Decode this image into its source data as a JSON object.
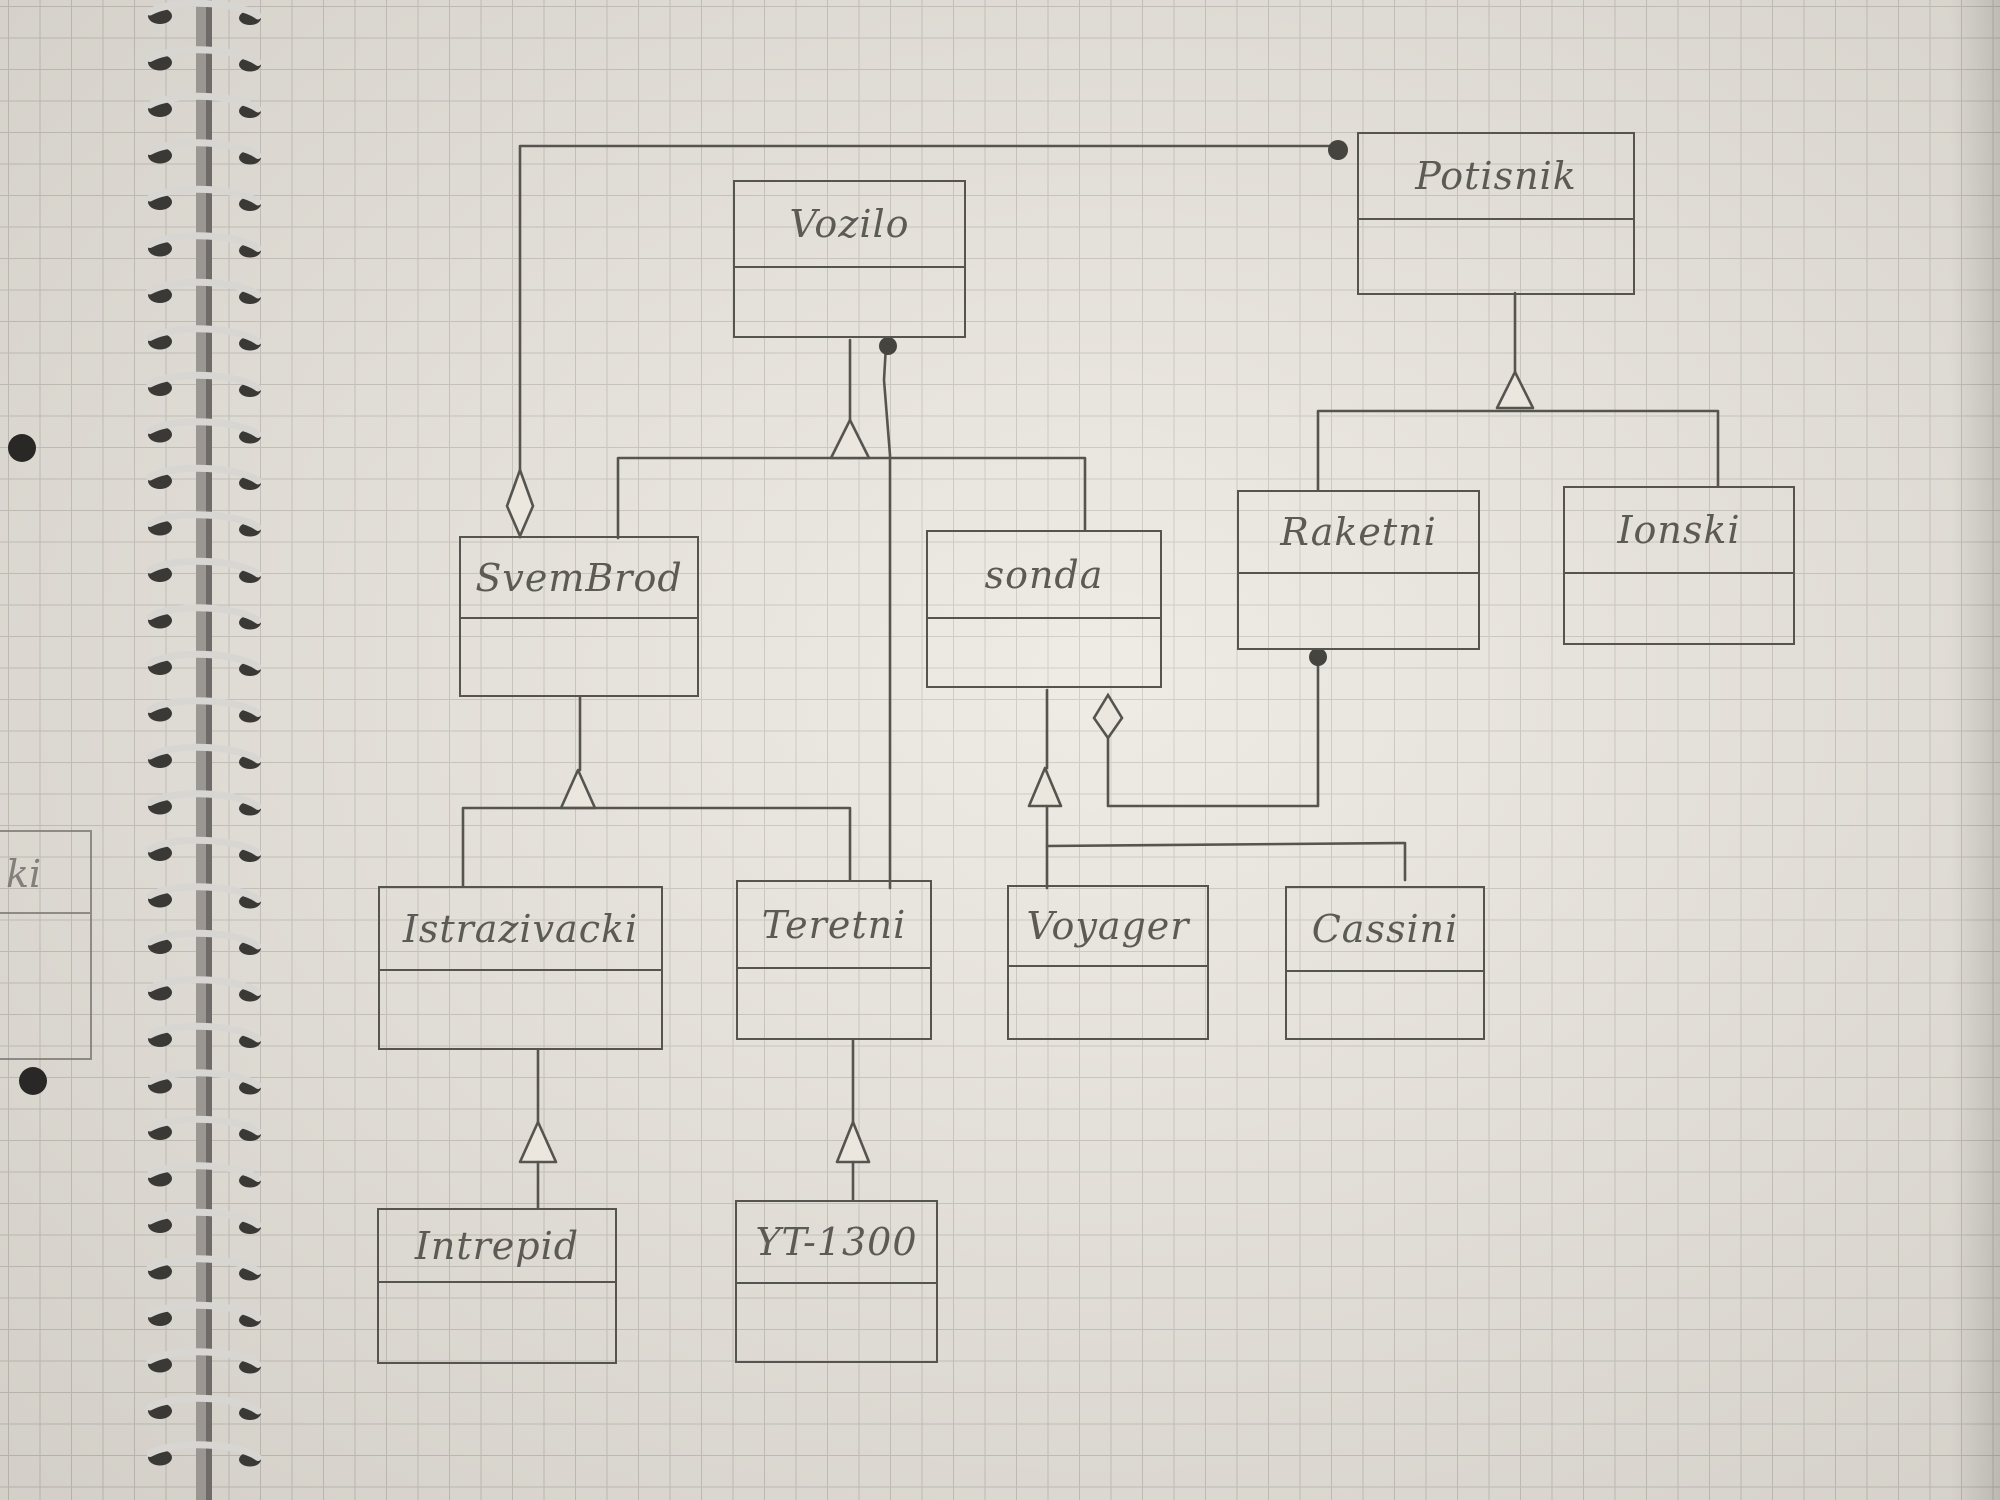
{
  "diagram": {
    "classes": [
      {
        "id": "vozilo",
        "name": "Vozilo"
      },
      {
        "id": "potisnik",
        "name": "Potisnik"
      },
      {
        "id": "svemirbrod",
        "name": "SvemBrod"
      },
      {
        "id": "sonda",
        "name": "sonda"
      },
      {
        "id": "raketni",
        "name": "Raketni"
      },
      {
        "id": "ionski",
        "name": "Ionski"
      },
      {
        "id": "istrazivacki",
        "name": "Istrazivacki"
      },
      {
        "id": "teretni",
        "name": "Teretni"
      },
      {
        "id": "voyager",
        "name": "Voyager"
      },
      {
        "id": "cassini",
        "name": "Cassini"
      },
      {
        "id": "intrepid",
        "name": "Intrepid"
      },
      {
        "id": "yt1300",
        "name": "YT-1300"
      }
    ],
    "relations": [
      {
        "type": "generalization",
        "from": "svemirbrod",
        "to": "vozilo"
      },
      {
        "type": "generalization",
        "from": "sonda",
        "to": "vozilo"
      },
      {
        "type": "generalization",
        "from": "raketni",
        "to": "potisnik"
      },
      {
        "type": "generalization",
        "from": "ionski",
        "to": "potisnik"
      },
      {
        "type": "generalization",
        "from": "istrazivacki",
        "to": "svemirbrod"
      },
      {
        "type": "generalization",
        "from": "teretni",
        "to": "svemirbrod"
      },
      {
        "type": "generalization",
        "from": "voyager",
        "to": "sonda"
      },
      {
        "type": "generalization",
        "from": "cassini",
        "to": "sonda"
      },
      {
        "type": "generalization",
        "from": "intrepid",
        "to": "istrazivacki"
      },
      {
        "type": "generalization",
        "from": "yt1300",
        "to": "teretni"
      },
      {
        "type": "aggregation",
        "whole": "svemirbrod",
        "part": "potisnik"
      },
      {
        "type": "aggregation",
        "whole": "sonda",
        "part": "raketni"
      },
      {
        "type": "association",
        "from": "teretni",
        "to": "vozilo"
      }
    ]
  },
  "side_fragment": {
    "text": "ki"
  },
  "colors": {
    "ink": "#55544f",
    "paper": "#ebe7df",
    "grid": "#c9c5bd"
  }
}
